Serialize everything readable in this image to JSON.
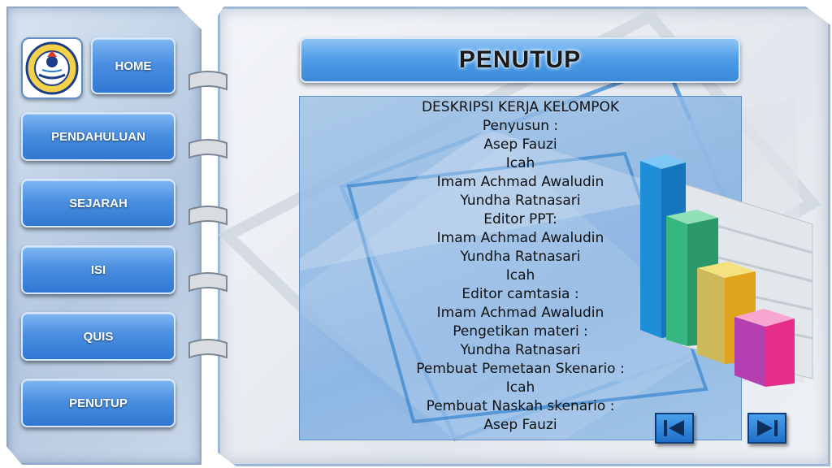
{
  "nav": {
    "logo_icon": "university-seal-icon",
    "items": [
      {
        "label": "HOME"
      },
      {
        "label": "PENDAHULUAN"
      },
      {
        "label": "SEJARAH"
      },
      {
        "label": "ISI"
      },
      {
        "label": "QUIS"
      },
      {
        "label": "PENUTUP"
      }
    ]
  },
  "slide": {
    "title": "PENUTUP",
    "lines": [
      "DESKRIPSI KERJA KELOMPOK",
      "Penyusun :",
      "Asep Fauzi",
      "Icah",
      "Imam Achmad Awaludin",
      "Yundha Ratnasari",
      "Editor PPT:",
      "Imam Achmad Awaludin",
      "Yundha Ratnasari",
      "Icah",
      "Editor camtasia :",
      "Imam Achmad Awaludin",
      "Pengetikan materi :",
      "Yundha Ratnasari",
      "Pembuat Pemetaan Skenario :",
      "Icah",
      "Pembuat Naskah skenario :",
      "Asep Fauzi"
    ]
  },
  "controls": {
    "prev_icon": "skip-to-start-icon",
    "next_icon": "skip-to-end-icon"
  },
  "colors": {
    "button_blue": "#3b84d8",
    "bar_blue": "#2f9be0",
    "bar_green": "#3cbf8a",
    "bar_yellow": "#e8b830",
    "bar_pink": "#e8308e"
  }
}
